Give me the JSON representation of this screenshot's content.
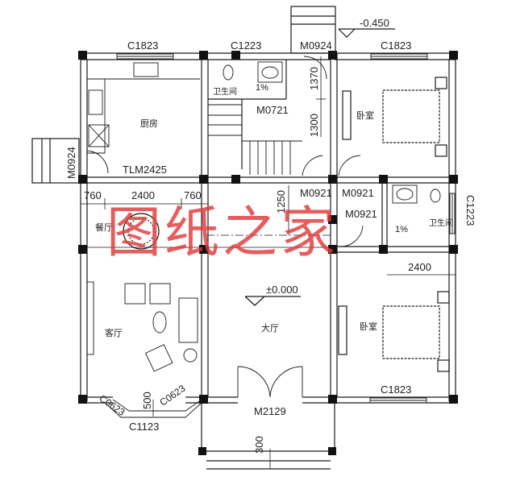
{
  "drawing": {
    "type": "floor-plan",
    "watermark": "图纸之家",
    "watermark_color": "#e03a3a",
    "line_color": "#1a1a1a",
    "elevations": {
      "outdoor": "-0.450",
      "indoor": "±0.000"
    },
    "rooms": {
      "kitchen": "厨房",
      "bath_north": "卫生间",
      "bath_east": "卫生间",
      "bedroom_north": "卧室",
      "bedroom_south": "卧室",
      "dining": "餐厅",
      "living": "客厅",
      "hall": "大厅"
    },
    "windows": {
      "kitchen_north": "C1823",
      "bath_north": "C1223",
      "bedroom_north": "C1823",
      "bath_east": "C1223",
      "bedroom_south": "C1823",
      "bay_left": "C0623",
      "bay_right": "C0623",
      "bay_center": "C1123"
    },
    "doors": {
      "kitchen_side": "M0924",
      "kitchen_sliding": "TLM2425",
      "rear_entry": "M0924",
      "bath_north": "M0721",
      "bedroom_north": "M0921",
      "stair_closet": "M0921",
      "bath_east": "M0921",
      "main_entry": "M2129"
    },
    "dimensions": {
      "d1370": "1370",
      "d1300": "1300",
      "d1250": "1250",
      "d760a": "760",
      "d2400a": "2400",
      "d760b": "760",
      "d2400b": "2400",
      "d500": "500",
      "d300": "300",
      "slope_a": "1%",
      "slope_b": "1%"
    }
  }
}
